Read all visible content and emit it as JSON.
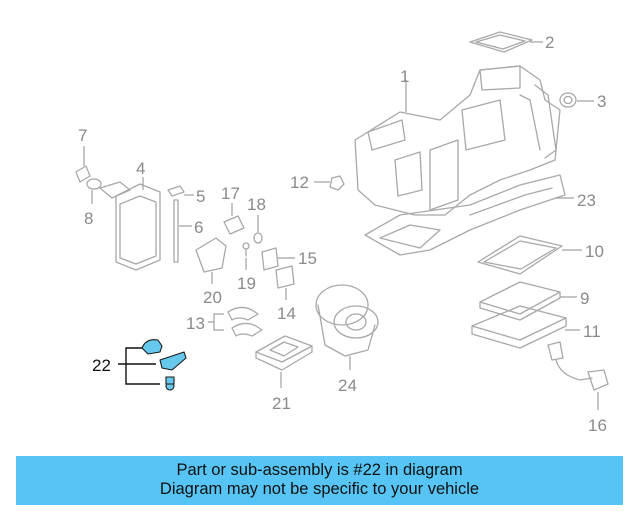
{
  "banner": {
    "line1": "Part or sub-assembly is #22 in diagram",
    "line2": "Diagram may not be specific to your vehicle"
  },
  "callouts": {
    "c1": "1",
    "c2": "2",
    "c3": "3",
    "c4": "4",
    "c5": "5",
    "c6": "6",
    "c7": "7",
    "c8": "8",
    "c9": "9",
    "c10": "10",
    "c11": "11",
    "c12": "12",
    "c13": "13",
    "c14": "14",
    "c15": "15",
    "c16": "16",
    "c17": "17",
    "c18": "18",
    "c19": "19",
    "c20": "20",
    "c21": "21",
    "c22": "22",
    "c23": "23",
    "c24": "24"
  },
  "colors": {
    "highlight": "#66c8ec",
    "banner": "#56c5f5",
    "linework": "#a8a8a8"
  }
}
